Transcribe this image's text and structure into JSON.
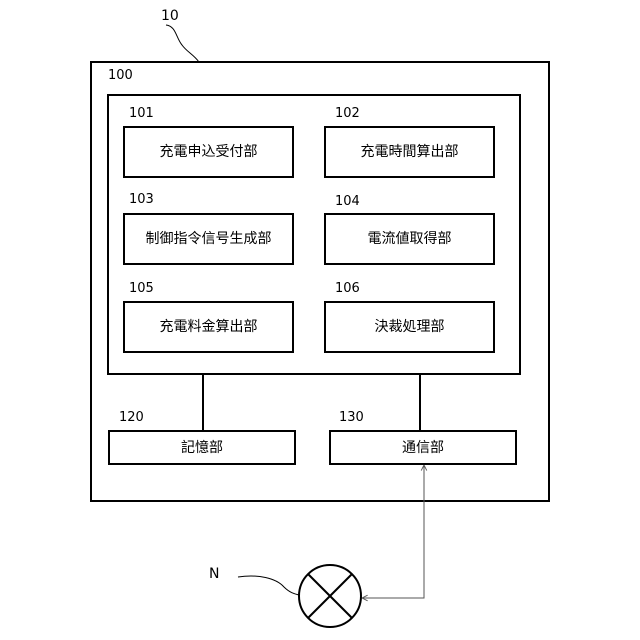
{
  "system": {
    "ref": "10",
    "device_ref": "100",
    "control_ref": "",
    "modules": [
      {
        "ref": "101",
        "label": "充電申込受付部"
      },
      {
        "ref": "102",
        "label": "充電時間算出部"
      },
      {
        "ref": "103",
        "label": "制御指令信号生成部"
      },
      {
        "ref": "104",
        "label": "電流値取得部"
      },
      {
        "ref": "105",
        "label": "充電料金算出部"
      },
      {
        "ref": "106",
        "label": "決裁処理部"
      }
    ],
    "storage": {
      "ref": "120",
      "label": "記憶部"
    },
    "communication": {
      "ref": "130",
      "label": "通信部"
    }
  },
  "network": {
    "ref": "N"
  }
}
